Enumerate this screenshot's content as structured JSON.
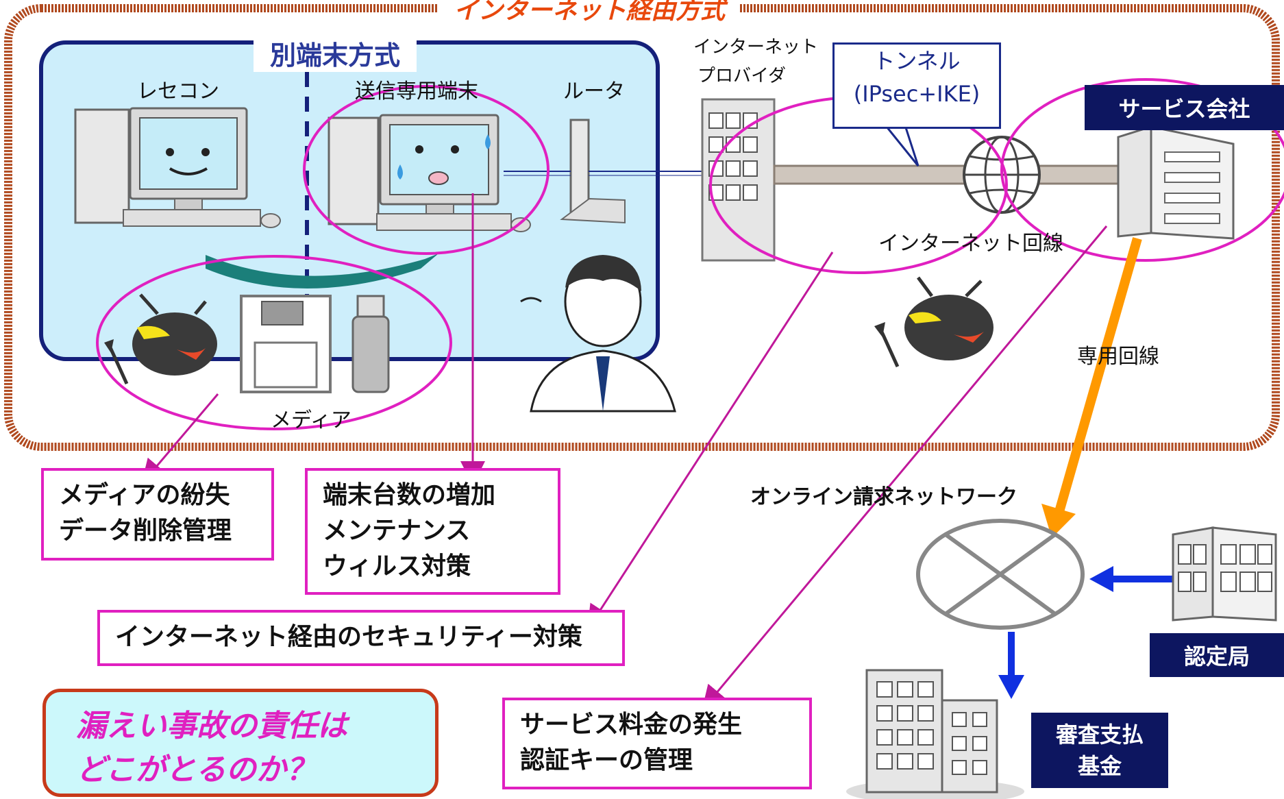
{
  "outer_frame": {
    "title": "インターネット経由方式"
  },
  "inner_panel": {
    "title": "別端末方式"
  },
  "labels": {
    "recon": "レセコン",
    "sending_terminal": "送信専用端末",
    "router": "ルータ",
    "provider_line1": "インターネット",
    "provider_line2": "プロバイダ",
    "internet_line": "インターネット回線",
    "dedicated_line": "専用回線",
    "media": "メディア",
    "online_network": "オンライン請求ネットワーク"
  },
  "tunnel": {
    "line1": "トンネル",
    "line2": "(IPsec+IKE)"
  },
  "entities": {
    "service_company": "サービス会社",
    "certification_authority": "認定局",
    "review_fund_line1": "審査支払",
    "review_fund_line2": "基金"
  },
  "issues": {
    "media_loss": [
      "メディアの紛失",
      "データ削除管理"
    ],
    "terminals": [
      "端末台数の増加",
      "メンテナンス",
      "ウィルス対策"
    ],
    "internet_security": [
      "インターネット経由のセキュリティー対策"
    ],
    "service_fee": [
      "サービス料金の発生",
      "認証キーの管理"
    ]
  },
  "question": {
    "line1": "漏えい事故の責任は",
    "line2": "どこがとるのか？"
  },
  "colors": {
    "frame_border": "#b0491e",
    "panel_border": "#14207a",
    "panel_fill": "#cdeefb",
    "highlight_magenta": "#e020c0",
    "arrow_orange": "#ff9900",
    "arrow_blue": "#1030e0",
    "navy": "#0d1660"
  }
}
